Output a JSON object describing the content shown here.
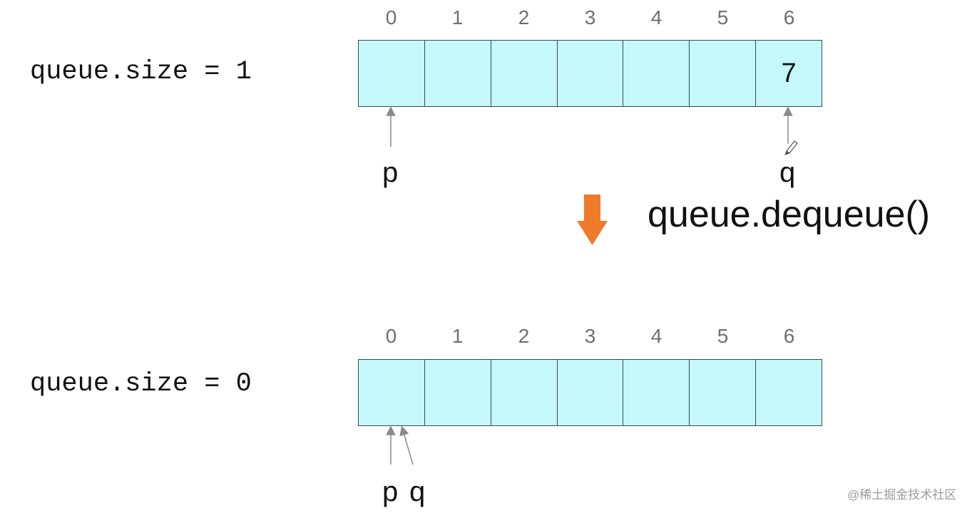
{
  "top": {
    "size_label": "queue.size = 1",
    "indices": [
      "0",
      "1",
      "2",
      "3",
      "4",
      "5",
      "6"
    ],
    "cells": [
      "",
      "",
      "",
      "",
      "",
      "",
      "7"
    ],
    "pointer_p": "p",
    "pointer_q": "q"
  },
  "operation": {
    "label": "queue.dequeue()",
    "arrow_color": "#ee7a2a"
  },
  "bottom": {
    "size_label": "queue.size = 0",
    "indices": [
      "0",
      "1",
      "2",
      "3",
      "4",
      "5",
      "6"
    ],
    "cells": [
      "",
      "",
      "",
      "",
      "",
      "",
      ""
    ],
    "pointer_p": "p",
    "pointer_q": "q"
  },
  "colors": {
    "cell_fill": "#c4f8fa",
    "cell_border": "#3b4a4f",
    "index_text": "#6f6f6f",
    "pointer_arrow": "#8a8a8a"
  },
  "watermark": "@稀土掘金技术社区"
}
